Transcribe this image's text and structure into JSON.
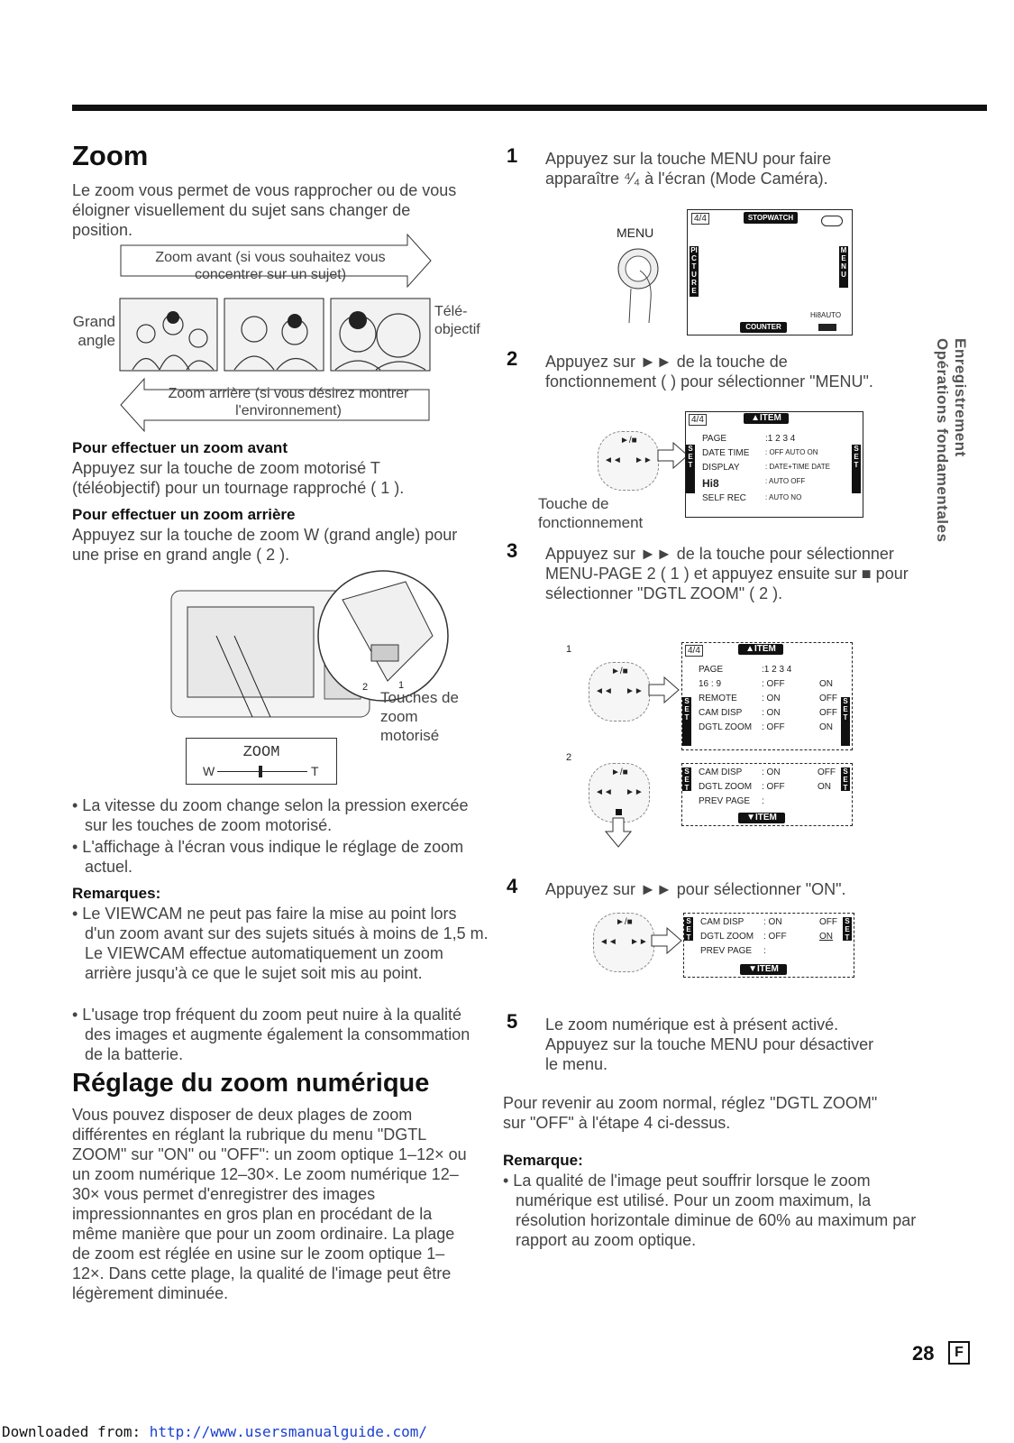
{
  "left": {
    "zoom_title": "Zoom",
    "intro": "Le zoom vous permet de vous rapprocher ou de vous éloigner visuellement du sujet sans changer de position.",
    "zoom_in_arrow": "Zoom avant (si vous souhaitez vous concentrer sur un sujet)",
    "zoom_out_arrow": "Zoom arrière (si vous désirez montrer l'environnement)",
    "wide_label": "Grand angle",
    "tele_label": "Télé-objectif",
    "sub1": "Pour effectuer un zoom avant",
    "p1": "Appuyez sur la touche de zoom motorisé T (téléobjectif) pour un tournage rapproché ( 1 ).",
    "sub2": "Pour effectuer un zoom arrière",
    "p2": "Appuyez sur la touche de zoom W (grand angle) pour une prise en grand angle ( 2 ).",
    "touches_label": "Touches de zoom motorisé",
    "zoom_box_title": "ZOOM",
    "zoom_w": "W",
    "zoom_t": "T",
    "bullets": [
      "• La vitesse du zoom change selon la pression exercée sur les touches de zoom motorisé.",
      "• L'affichage à l'écran vous indique le réglage de zoom actuel."
    ],
    "remarques_title": "Remarques:",
    "remarques": [
      "• Le VIEWCAM ne peut pas faire la mise au point lors d'un zoom avant sur des sujets situés à moins de 1,5 m. Le VIEWCAM effectue automatiquement un zoom arrière jusqu'à ce que le sujet soit mis au point.",
      "• L'usage trop fréquent du zoom peut nuire à la qualité des images et augmente également la consommation de la batterie."
    ],
    "digital_title": "Réglage du zoom numérique",
    "digital_p": "Vous pouvez disposer de deux plages de zoom différentes en réglant la rubrique du menu \"DGTL ZOOM\" sur \"ON\" ou \"OFF\": un zoom optique 1–12× ou un zoom numérique 12–30×. Le zoom numérique 12–30× vous permet d'enregistrer des images impressionnantes en gros plan en procédant de la même manière que pour un zoom ordinaire. La plage de zoom est réglée en usine sur le zoom optique 1–12×. Dans cette plage, la qualité de l'image peut être légèrement diminuée."
  },
  "right": {
    "steps": [
      {
        "num": "1",
        "text": "Appuyez sur la touche MENU pour faire apparaître ⁴⁄₄ à l'écran (Mode Caméra)."
      },
      {
        "num": "2",
        "text": "Appuyez sur ►► de la touche de fonctionnement ( ) pour sélectionner \"MENU\"."
      },
      {
        "num": "3",
        "text": "Appuyez sur ►► de la touche pour sélectionner MENU-PAGE 2 ( 1 ) et appuyez ensuite sur ■ pour sélectionner \"DGTL ZOOM\" ( 2 )."
      },
      {
        "num": "4",
        "text": "Appuyez sur ►► pour sélectionner \"ON\"."
      },
      {
        "num": "5",
        "text": "Le zoom numérique est à présent activé. Appuyez sur la touche MENU pour désactiver le menu."
      }
    ],
    "menu_label": "MENU",
    "stopwatch": "STOPWATCH",
    "counter": "COUNTER",
    "hi8auto": "Hi8AUTO",
    "picture": "PICTURE",
    "menu_vert": "MENU",
    "item_up": "▲ITEM",
    "item_down": "▼ITEM",
    "touche_label": "Touche de fonctionnement",
    "screen2_rows": [
      [
        "PAGE",
        ":1 2 3 4"
      ],
      [
        "DATE TIME",
        ": OFF AUTO ON"
      ],
      [
        "DISPLAY",
        ": DATE+TIME DATE"
      ],
      [
        "Hi8",
        ": AUTO OFF"
      ],
      [
        "SELF REC",
        ": AUTO NO"
      ]
    ],
    "screen3a_rows": [
      [
        "PAGE",
        ":1 2 3 4",
        ""
      ],
      [
        "16 : 9",
        ": OFF",
        "ON"
      ],
      [
        "REMOTE",
        ": ON",
        "OFF"
      ],
      [
        "CAM DISP",
        ": ON",
        "OFF"
      ],
      [
        "DGTL ZOOM",
        ": OFF",
        "ON"
      ]
    ],
    "screen3b_rows": [
      [
        "CAM DISP",
        ": ON",
        "OFF"
      ],
      [
        "DGTL ZOOM",
        ": OFF",
        "ON"
      ],
      [
        "PREV PAGE",
        ":",
        ""
      ]
    ],
    "screen4_rows": [
      [
        "CAM DISP",
        ": ON",
        "OFF"
      ],
      [
        "DGTL ZOOM",
        ": OFF",
        "ON"
      ],
      [
        "PREV PAGE",
        ":",
        ""
      ]
    ],
    "label_1": "1",
    "label_2": "2",
    "set": "SET",
    "return_p": "Pour revenir au zoom normal, réglez \"DGTL ZOOM\" sur \"OFF\" à l'étape 4 ci-dessus.",
    "remarque_title": "Remarque:",
    "remarque": "• La qualité de l'image peut souffrir lorsque le zoom numérique est utilisé. Pour un zoom maximum, la résolution horizontale diminue de 60% au maximum par rapport au zoom optique."
  },
  "side_tab": [
    "Opérations fondamentales",
    "Enregistrement"
  ],
  "page_number": "28",
  "page_lang": "F",
  "footer": {
    "prefix": "Downloaded from: ",
    "url": "http://www.usersmanualguide.com/"
  }
}
